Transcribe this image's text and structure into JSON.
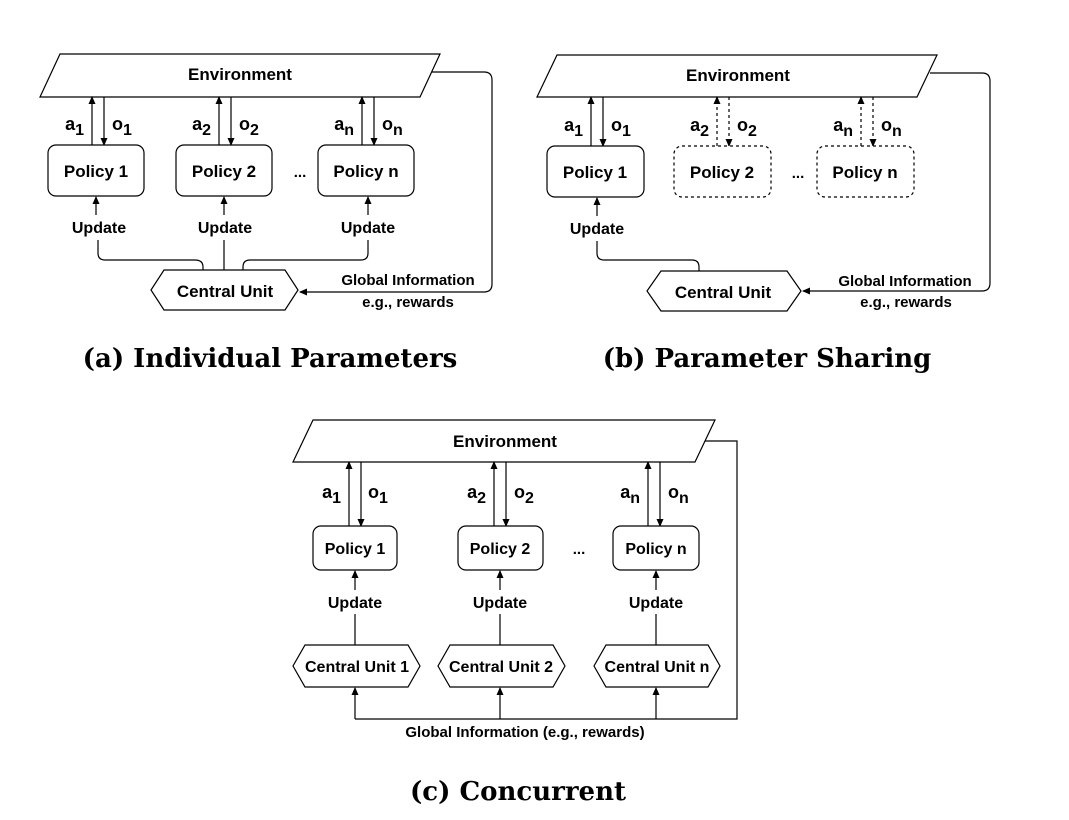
{
  "panels": {
    "a": {
      "caption": "(a) Individual Parameters",
      "environment": "Environment",
      "policies": [
        "Policy 1",
        "Policy 2",
        "Policy n"
      ],
      "actions": [
        {
          "b": "a",
          "s": "1"
        },
        {
          "b": "a",
          "s": "2"
        },
        {
          "b": "a",
          "s": "n"
        }
      ],
      "observations": [
        {
          "b": "o",
          "s": "1"
        },
        {
          "b": "o",
          "s": "2"
        },
        {
          "b": "o",
          "s": "n"
        }
      ],
      "update": "Update",
      "ellipsis": "...",
      "central_unit": "Central Unit",
      "global_info": "Global Information",
      "global_info_sub": "e.g., rewards"
    },
    "b": {
      "caption": "(b) Parameter Sharing",
      "environment": "Environment",
      "policies": [
        "Policy 1",
        "Policy 2",
        "Policy n"
      ],
      "actions": [
        {
          "b": "a",
          "s": "1"
        },
        {
          "b": "a",
          "s": "2"
        },
        {
          "b": "a",
          "s": "n"
        }
      ],
      "observations": [
        {
          "b": "o",
          "s": "1"
        },
        {
          "b": "o",
          "s": "2"
        },
        {
          "b": "o",
          "s": "n"
        }
      ],
      "update": "Update",
      "ellipsis": "...",
      "central_unit": "Central Unit",
      "global_info": "Global Information",
      "global_info_sub": "e.g., rewards"
    },
    "c": {
      "caption": "(c) Concurrent",
      "environment": "Environment",
      "policies": [
        "Policy 1",
        "Policy 2",
        "Policy n"
      ],
      "actions": [
        {
          "b": "a",
          "s": "1"
        },
        {
          "b": "a",
          "s": "2"
        },
        {
          "b": "a",
          "s": "n"
        }
      ],
      "observations": [
        {
          "b": "o",
          "s": "1"
        },
        {
          "b": "o",
          "s": "2"
        },
        {
          "b": "o",
          "s": "n"
        }
      ],
      "update": "Update",
      "ellipsis": "...",
      "central_units": [
        "Central Unit 1",
        "Central Unit 2",
        "Central Unit n"
      ],
      "global_info": "Global Information (e.g., rewards)"
    }
  }
}
